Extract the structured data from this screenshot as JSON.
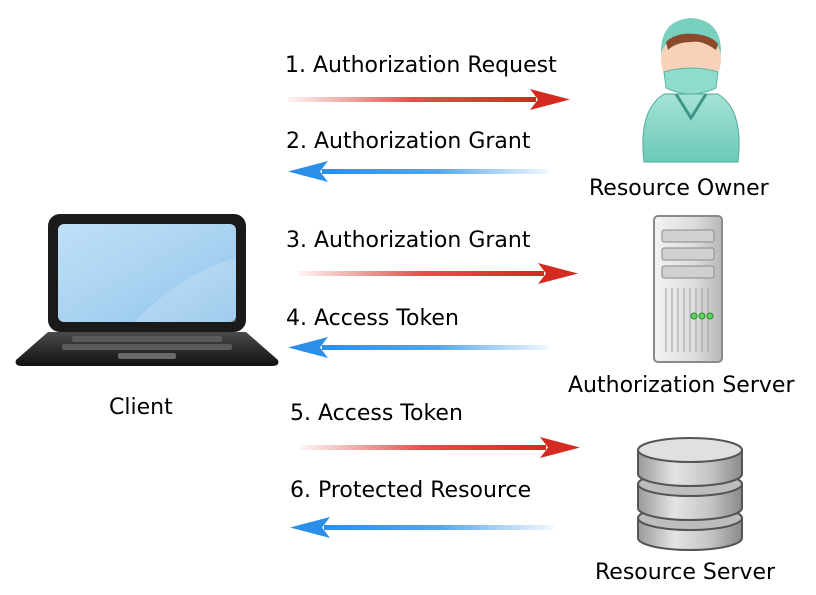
{
  "actors": {
    "client": "Client",
    "resource_owner": "Resource Owner",
    "authorization_server": "Authorization Server",
    "resource_server": "Resource Server"
  },
  "steps": [
    {
      "label": "1. Authorization Request",
      "direction": "right",
      "color": "#d42a1f"
    },
    {
      "label": "2. Authorization Grant",
      "direction": "left",
      "color": "#2a8fe8"
    },
    {
      "label": "3. Authorization Grant",
      "direction": "right",
      "color": "#d42a1f"
    },
    {
      "label": "4. Access Token",
      "direction": "left",
      "color": "#2a8fe8"
    },
    {
      "label": "5. Access Token",
      "direction": "right",
      "color": "#d42a1f"
    },
    {
      "label": "6. Protected Resource",
      "direction": "left",
      "color": "#2a8fe8"
    }
  ],
  "icons": {
    "client": "laptop-icon",
    "resource_owner": "person-icon",
    "authorization_server": "server-tower-icon",
    "resource_server": "database-icon"
  }
}
